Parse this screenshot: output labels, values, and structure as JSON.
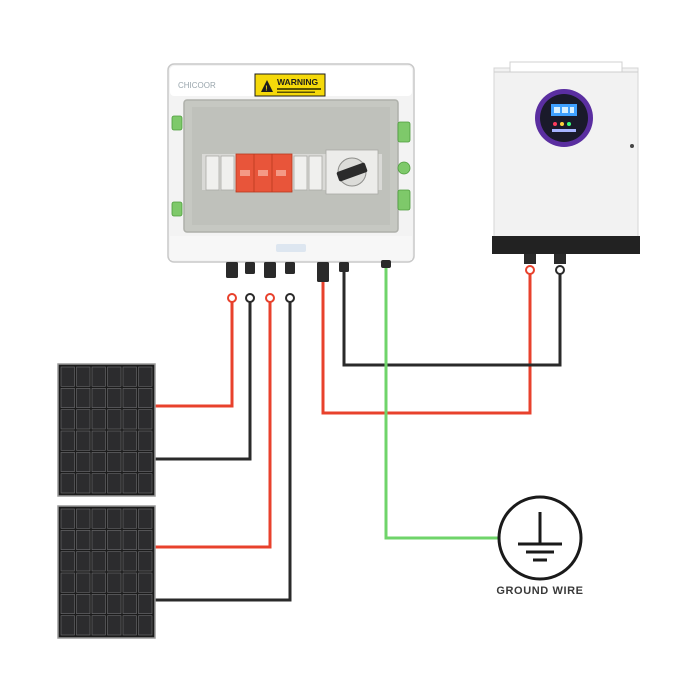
{
  "combiner_box": {
    "brand": "CHICOOR",
    "warning_label": "WARNING",
    "warning_icon": "warning-triangle-icon",
    "colors": {
      "warning_bg": "#f5d90a",
      "breaker": "#e8553a",
      "handle": "#2b2b2b",
      "latch": "#7ec96a"
    }
  },
  "inverter": {
    "display_icon": "lcd-display-icon",
    "colors": {
      "body": "#f2f2f2",
      "base": "#222222",
      "display_ring": "#5a2ea0"
    }
  },
  "ground": {
    "label": "GROUND WIRE",
    "icon": "ground-symbol-icon"
  },
  "wires": {
    "colors": {
      "positive": "#e8412c",
      "negative": "#2a2a2a",
      "ground": "#6fd46a"
    }
  },
  "panels": [
    {
      "name": "solar-panel-1",
      "rows": 6,
      "cols": 6
    },
    {
      "name": "solar-panel-2",
      "rows": 6,
      "cols": 6
    }
  ]
}
